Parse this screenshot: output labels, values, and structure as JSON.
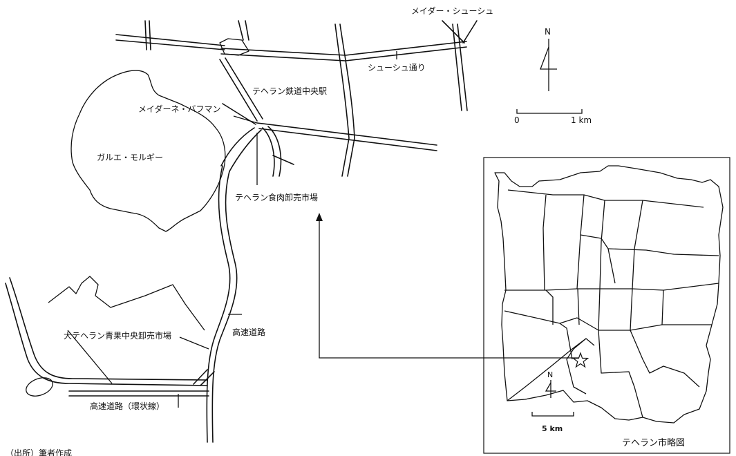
{
  "labels": {
    "meidar_shush": "メイダー・シューシュ",
    "shush_street": "シューシュ通り",
    "tehran_station": "テヘラン鉄道中央駅",
    "meidane_bafman": "メイダーネ・バフマン",
    "garue_morugi": "ガルエ・モルギー",
    "meat_market": "テヘラン食肉卸売市場",
    "produce_market": "大テヘラン青果中央卸売市場",
    "expressway": "高速道路",
    "ring_expressway": "高速道路（環状線）",
    "source": "（出所）筆者作成"
  },
  "compass_main": {
    "letter": "N"
  },
  "scale_main": {
    "zero": "0",
    "one": "1 km"
  },
  "inset": {
    "title": "テヘラン市略図",
    "compass_letter": "N",
    "scale_label": "5 km"
  }
}
